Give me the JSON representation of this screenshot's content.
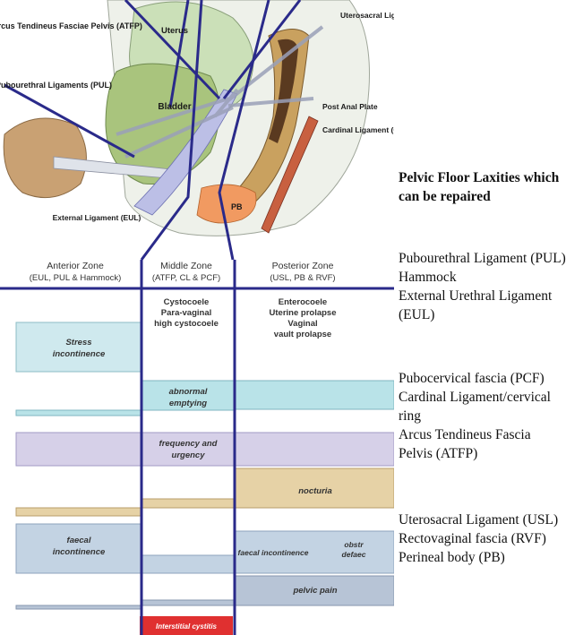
{
  "anatomy": {
    "arcus_label": "Arcus Tendineus Fasciae Pelvis (ATFP)",
    "uterus": "Uterus",
    "uterosacral_label": "Uterosacral Ligaments (USL)",
    "pubourethral_label": "Pubourethral Ligaments (PUL)",
    "bladder": "Bladder",
    "post_anal_plate": "Post Anal Plate",
    "cardinal_label": "Cardinal Ligament (CL)",
    "perineal_body": "PB",
    "external_label": "External Ligament (EUL)"
  },
  "zones": {
    "anterior": {
      "title": "Anterior Zone",
      "sub": "(EUL, PUL & Hammock)"
    },
    "middle": {
      "title": "Middle Zone",
      "sub": "(ATFP, CL & PCF)",
      "prolapse": [
        "Cystocoele",
        "Para-vaginal",
        "high cystocoele"
      ]
    },
    "posterior": {
      "title": "Posterior Zone",
      "sub": "(USL, PB & RVF)",
      "prolapse": [
        "Enterocoele",
        "Uterine prolapse",
        "Vaginal",
        "vault prolapse"
      ]
    }
  },
  "symptoms": {
    "stress": [
      "Stress",
      "incontinence"
    ],
    "abnormal": [
      "abnormal",
      "emptying"
    ],
    "frequency": [
      "frequency and",
      "urgency"
    ],
    "nocturia": "nocturia",
    "faecal_left": [
      "faecal",
      "incontinence"
    ],
    "faecal_right": "faecal incontinence",
    "obstr": [
      "obstr",
      "defaec"
    ],
    "pelvic_pain": "pelvic pain",
    "bottom_red": "Interstitial cystitis"
  },
  "side_panel": {
    "title": "Pelvic Floor Laxities which can be repaired",
    "group1": [
      "Pubourethral Ligament (PUL)",
      "Hammock",
      "External Urethral Ligament (EUL)"
    ],
    "group2": [
      "Pubocervical fascia (PCF)",
      "Cardinal Ligament/cervical ring",
      "Arcus Tendineus Fascia Pelvis (ATFP)"
    ],
    "group3": [
      "Uterosacral Ligament (USL)",
      "Rectovaginal fascia (RVF)",
      "Perineal body (PB)"
    ]
  },
  "colors": {
    "zone_line": "#2a2a8a",
    "stress_fill": "#cfe9ee",
    "abnormal_fill": "#b9e3e8",
    "frequency_fill": "#d6d0e8",
    "nocturia_fill": "#e6d2a6",
    "faecal_fill": "#c3d3e3",
    "pelvic_pain_fill": "#b7c4d6",
    "red": "#e03030",
    "bladder": "#a9c47d",
    "uterus": "#cbe0b8",
    "rectum": "#c9a15f",
    "pb": "#f19a61"
  }
}
